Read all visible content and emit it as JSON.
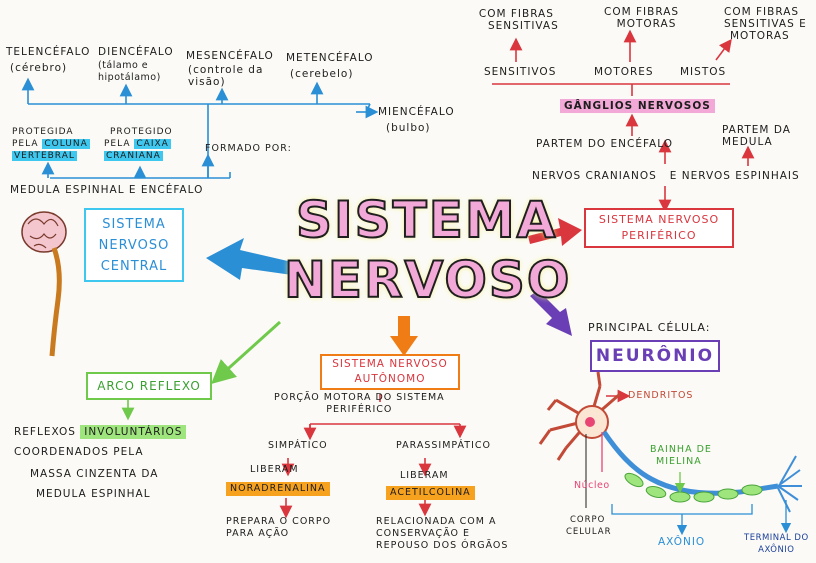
{
  "center": {
    "line1": "SISTEMA",
    "line2": "NERVOSO"
  },
  "snc": {
    "title": "SISTEMA NERVOSO CENTRAL",
    "title_lines": [
      "SISTEMA",
      "NERVOSO",
      "CENTRAL"
    ],
    "medula_encefalo": "MEDULA ESPINHAL E ENCÉFALO",
    "protegida": {
      "line1": "PROTEGIDA",
      "line2_prefix": "PELA",
      "hl1": "COLUNA",
      "hl2": "VERTEBRAL"
    },
    "protegido": {
      "line1": "PROTEGIDO",
      "line2_prefix": "PELA",
      "hl1": "CAIXA",
      "hl2": "CRANIANA"
    },
    "formado_por": "FORMADO POR:",
    "parts": [
      {
        "name": "TELENCÉFALO",
        "detail": "(cérebro)"
      },
      {
        "name": "DIENCÉFALO",
        "detail": "(tálamo e hipotálamo)"
      },
      {
        "name": "MESENCÉFALO",
        "detail": "(controle da visão)"
      },
      {
        "name": "METENCÉFALO",
        "detail": "(cerebelo)"
      },
      {
        "name": "MIENCÉFALO",
        "detail": "(bulbo)"
      }
    ]
  },
  "snp": {
    "title_lines": [
      "SISTEMA NERVOSO",
      "PERIFÉRICO"
    ],
    "nervos": "NERVOS CRANIANOS   E NERVOS ESPINHAIS",
    "partem_encefalo": "PARTEM DO ENCÉFALO",
    "partem_medula": [
      "PARTEM DA",
      "MEDULA"
    ],
    "ganglios": "GÂNGLIOS NERVOSOS",
    "types": [
      "SENSITIVOS",
      "MOTORES",
      "MISTOS"
    ],
    "type_details": [
      [
        "COM FIBRAS",
        "SENSITIVAS"
      ],
      [
        "COM FIBRAS",
        "MOTORAS"
      ],
      [
        "COM FIBRAS",
        "SENSITIVAS E",
        "MOTORAS"
      ]
    ]
  },
  "sna": {
    "title_lines": [
      "SISTEMA NERVOSO",
      "AUTÔNOMO"
    ],
    "porcao": [
      "PORÇÃO MOTORA DO SISTEMA",
      "PERIFÉRICO"
    ],
    "simpatico": {
      "name": "SIMPÁTICO",
      "liberam": "LIBERAM",
      "hl": "NORADRENALINA",
      "desc": [
        "PREPARA O CORPO",
        "PARA AÇÃO"
      ]
    },
    "parassimpatico": {
      "name": "PARASSIMPÁTICO",
      "liberam": "LIBERAM",
      "hl": "ACETILCOLINA",
      "desc": [
        "RELACIONADA COM A",
        "CONSERVAÇÃO E",
        "REPOUSO DOS ÓRGÃOS"
      ]
    }
  },
  "arco": {
    "title": "ARCO REFLEXO",
    "desc_prefix": "REFLEXOS",
    "desc_hl": "INVOLUNTÁRIOS",
    "desc_lines": [
      "COORDENADOS PELA",
      "MASSA CINZENTA DA",
      "MEDULA ESPINHAL"
    ]
  },
  "neuronio": {
    "principal": "PRINCIPAL CÉLULA:",
    "title": "NEURÔNIO",
    "dendritos": "DENDRITOS",
    "nucleo": "Núcleo",
    "bainha": [
      "BAINHA DE",
      "MIELINA"
    ],
    "corpo": [
      "CORPO",
      "CELULAR"
    ],
    "axonio": "AXÔNIO",
    "terminal": [
      "TERMINAL DO",
      "AXÔNIO"
    ]
  },
  "colors": {
    "blue": "#2b8fd6",
    "red": "#d9363e",
    "orange": "#f07c16",
    "green": "#6fc94a",
    "purple": "#6a3fb5",
    "pink": "#f3a9d8",
    "cyan": "#3ec7ef"
  }
}
